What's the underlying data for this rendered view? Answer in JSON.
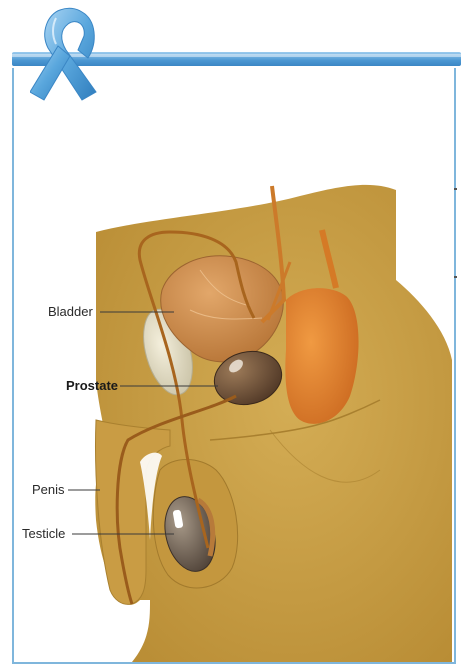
{
  "labels": {
    "bladder": "Bladder",
    "prostate": "Prostate",
    "penis": "Penis",
    "testicle": "Testicle"
  },
  "colors": {
    "frame_blue": "#4b97d2",
    "ribbon_blue": "#5aa7dd",
    "body_tan": "#c9a046",
    "bladder": "#c8884a",
    "prostate": "#6a4c33",
    "rectum": "#e0822c",
    "vas_tube": "#a8651e"
  },
  "icons": {
    "ribbon": "awareness-ribbon-icon"
  }
}
